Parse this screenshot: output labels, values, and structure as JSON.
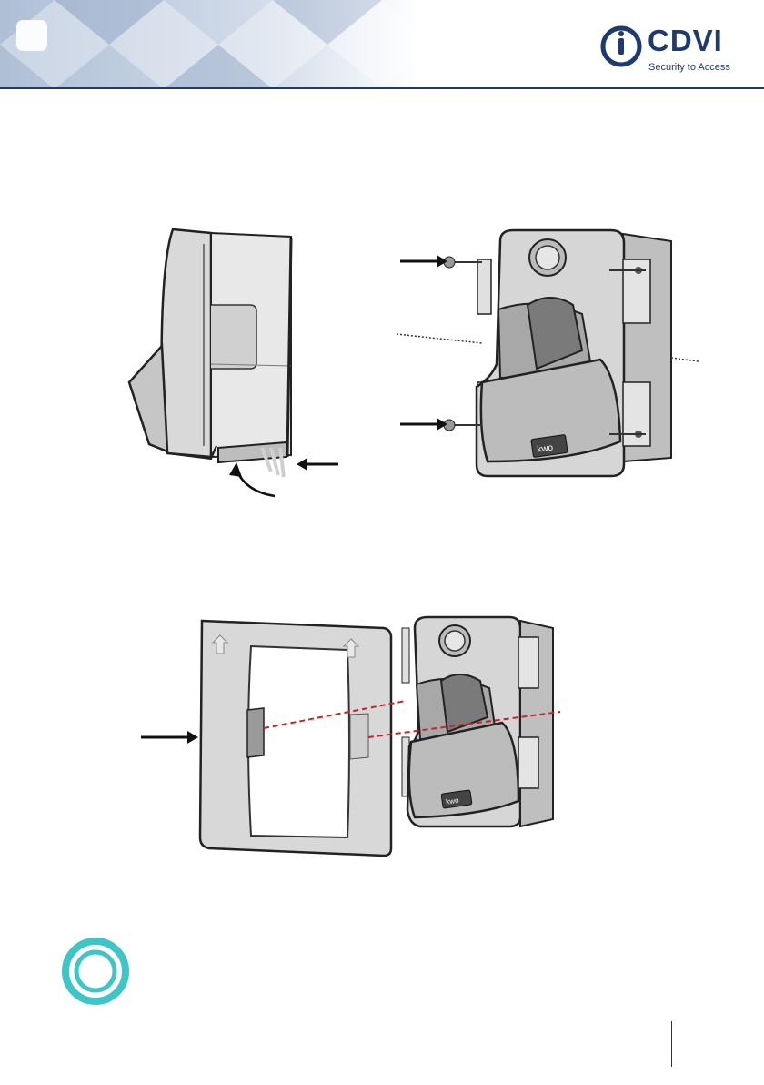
{
  "header": {
    "brand_name": "CDVI",
    "brand_tagline": "Security to Access",
    "brand_color": "#1f3a6e"
  },
  "figures": {
    "side_view": {
      "icon": "reader-side-view"
    },
    "mounted_view": {
      "icon": "reader-mounted-on-bracket",
      "device_label": "kwo"
    },
    "cover_view": {
      "icon": "cover-frame-alignment",
      "device_label": "kwo"
    }
  },
  "callout": {
    "icon": "info-ring-icon",
    "color": "#3fc5c5"
  }
}
